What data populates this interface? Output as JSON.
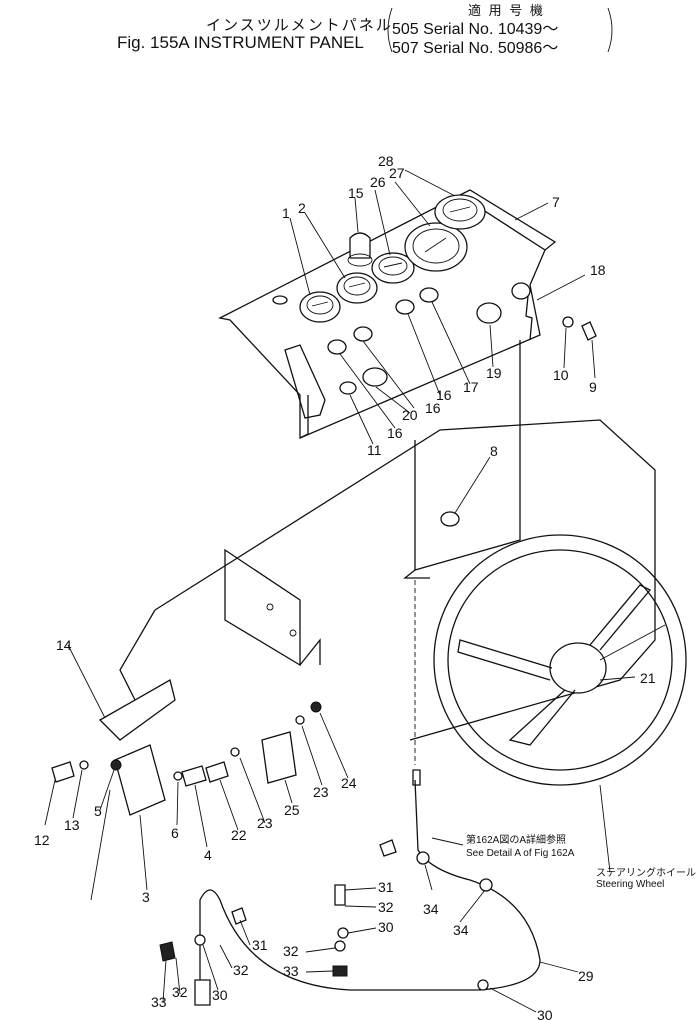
{
  "header": {
    "jp_title": "インスツルメントパネル",
    "fig_title": "Fig. 155A INSTRUMENT PANEL",
    "applicable_label": "適 用 号 機",
    "serial_1": "505 Serial No. 10439～",
    "serial_2": "507 Serial No. 50986～"
  },
  "notes": {
    "detail_jp": "第162A図のA詳細参照",
    "detail_en": "See Detail A of Fig 162A",
    "wheel_jp": "ステアリングホイール",
    "wheel_en": "Steering Wheel"
  },
  "callouts": {
    "c1": "1",
    "c2": "2",
    "c3": "3",
    "c4": "4",
    "c5": "5",
    "c6": "6",
    "c7": "7",
    "c8": "8",
    "c9": "9",
    "c10": "10",
    "c11": "11",
    "c12": "12",
    "c13": "13",
    "c14": "14",
    "c15": "15",
    "c16a": "16",
    "c16b": "16",
    "c16c": "16",
    "c17": "17",
    "c18": "18",
    "c19": "19",
    "c20": "20",
    "c21": "21",
    "c22": "22",
    "c23a": "23",
    "c23b": "23",
    "c24": "24",
    "c25": "25",
    "c26": "26",
    "c27": "27",
    "c28": "28",
    "c29": "29",
    "c30a": "30",
    "c30b": "30",
    "c30c": "30",
    "c31a": "31",
    "c31b": "31",
    "c32a": "32",
    "c32b": "32",
    "c32c": "32",
    "c32d": "32",
    "c33a": "33",
    "c33b": "33",
    "c34a": "34",
    "c34b": "34"
  }
}
